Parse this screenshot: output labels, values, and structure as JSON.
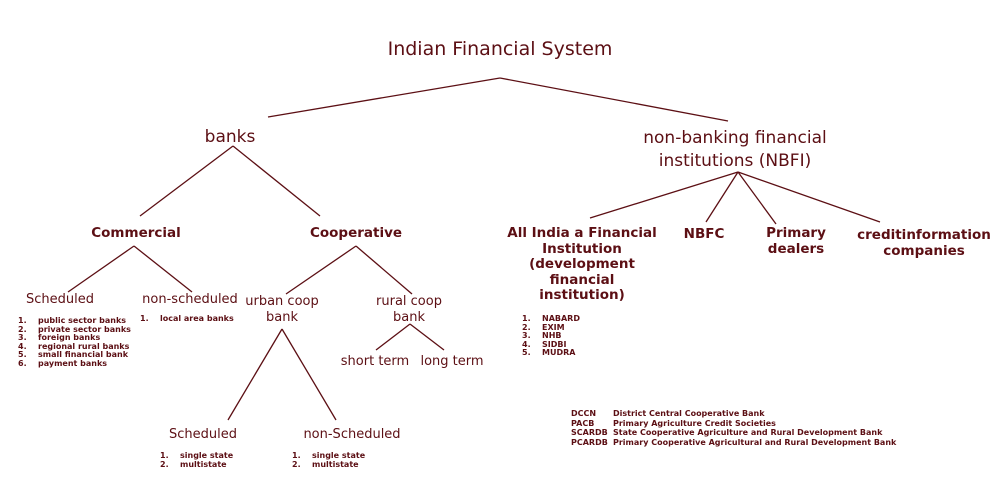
{
  "root": "Indian Financial System",
  "banks": {
    "label": "banks",
    "commercial": {
      "label": "Commercial",
      "scheduled": {
        "label": "Scheduled",
        "items": [
          "public sector banks",
          "private sector banks",
          "foreign banks",
          "regional rural banks",
          "small financial bank",
          "payment banks"
        ]
      },
      "non_scheduled": {
        "label": "non-scheduled",
        "items": [
          "local area banks"
        ]
      }
    },
    "cooperative": {
      "label": "Cooperative",
      "urban": {
        "label_line1": "urban coop",
        "label_line2": "bank",
        "scheduled": {
          "label": "Scheduled",
          "items": [
            "single state",
            "multistate"
          ]
        },
        "non_scheduled": {
          "label": "non-Scheduled",
          "items": [
            "single state",
            "multistate"
          ]
        }
      },
      "rural": {
        "label_line1": "rural coop",
        "label_line2": "bank",
        "short_term": "short term",
        "long_term": "long term"
      }
    }
  },
  "nbfi": {
    "label_line1": "non-banking financial",
    "label_line2": "institutions (NBFI)",
    "all_india": {
      "label_lines": [
        "All India a Financial",
        "Institution",
        "(development",
        "financial",
        "institution)"
      ],
      "items": [
        "NABARD",
        "EXIM",
        "NHB",
        "SIDBI",
        "MUDRA"
      ]
    },
    "nbfc": "NBFC",
    "primary_dealers": {
      "line1": "Primary",
      "line2": "dealers"
    },
    "credit_info": {
      "line1": "creditinformation",
      "line2": "companies"
    }
  },
  "legend": [
    {
      "abbr": "DCCN",
      "full": "District Central Cooperative Bank"
    },
    {
      "abbr": "PACB",
      "full": "Primary Agriculture Credit Societies"
    },
    {
      "abbr": "SCARDB",
      "full": "State Cooperative Agriculture and Rural Development Bank"
    },
    {
      "abbr": "PCARDB",
      "full": "Primary Cooperative Agricultural and Rural Development Bank"
    }
  ]
}
